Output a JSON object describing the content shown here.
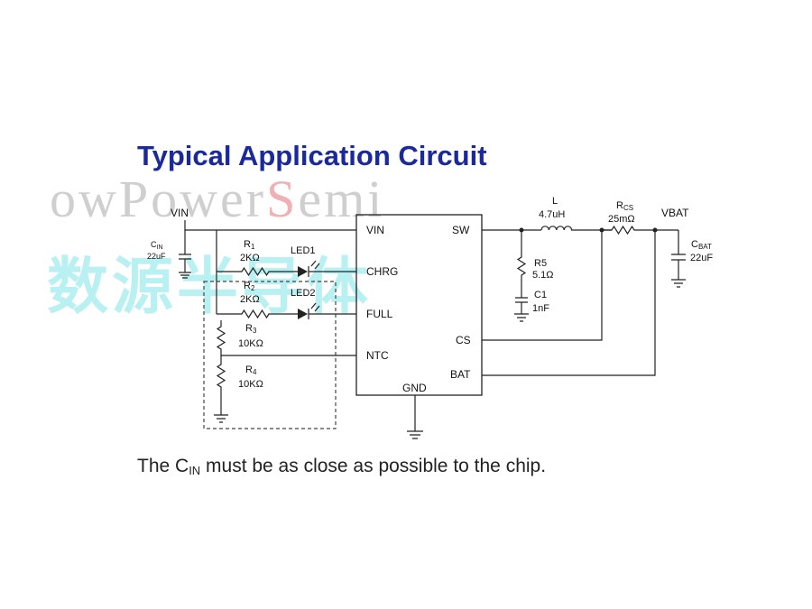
{
  "title": "Typical Application Circuit",
  "caption": {
    "pre": "The C",
    "sub": "IN",
    "post": " must be as close as possible to the chip."
  },
  "watermark": {
    "latin_pre": "owPower",
    "latin_accent": "S",
    "latin_post": "emi",
    "cjk": "数源半导体"
  },
  "chip": {
    "pins": {
      "vin": "VIN",
      "sw": "SW",
      "chrg": "CHRG",
      "full": "FULL",
      "ntc": "NTC",
      "cs": "CS",
      "bat": "BAT",
      "gnd": "GND"
    }
  },
  "nets": {
    "vin": "VIN",
    "vbat": "VBAT"
  },
  "components": {
    "cin": {
      "name": "C",
      "sub": "IN",
      "value": "22uF"
    },
    "r1": {
      "name": "R",
      "sub": "1",
      "value": "2KΩ"
    },
    "r2": {
      "name": "R",
      "sub": "2",
      "value": "2KΩ"
    },
    "r3": {
      "name": "R",
      "sub": "3",
      "value": "10KΩ"
    },
    "r4": {
      "name": "R",
      "sub": "4",
      "value": "10KΩ"
    },
    "led1": "LED1",
    "led2": "LED2",
    "l": {
      "name": "L",
      "value": "4.7uH"
    },
    "r5": {
      "name": "R5",
      "value": "5.1Ω"
    },
    "c1": {
      "name": "C1",
      "value": "1nF"
    },
    "rcs": {
      "name": "R",
      "sub": "CS",
      "value": "25mΩ"
    },
    "cbat": {
      "name": "C",
      "sub": "BAT",
      "value": "22uF"
    }
  },
  "colors": {
    "title": "#1a2a9a",
    "watermark_latin": "#cfcfcf",
    "watermark_accent": "#f0b0b4",
    "watermark_cjk": "#b9f0f2"
  }
}
